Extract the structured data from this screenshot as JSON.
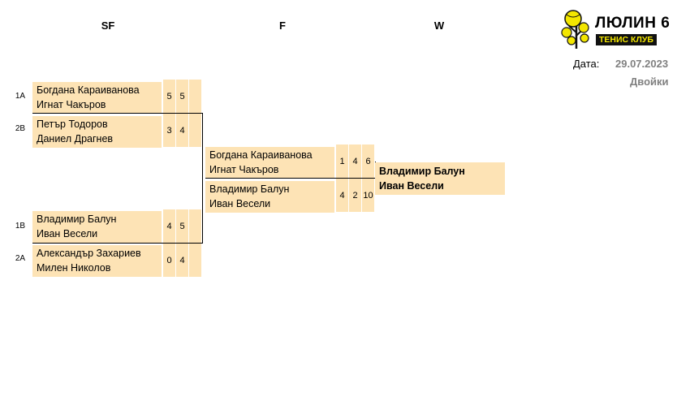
{
  "headers": {
    "sf": "SF",
    "f": "F",
    "w": "W"
  },
  "logo": {
    "title": "ЛЮЛИН 6",
    "subtitle": "ТЕНИС КЛУБ",
    "icon": "tennis-ball-tree-icon",
    "brand_color": "#f3e600"
  },
  "info": {
    "date_label": "Дата:",
    "date_value": "29.07.2023",
    "category": "Двойки"
  },
  "colors": {
    "cell": "#fde3b5",
    "meta": "#808080"
  },
  "sf": [
    {
      "seed": "1A",
      "p1": "Богдана Караиванова",
      "p2": "Игнат Чакъров",
      "s1": "5",
      "s2": "5",
      "s3": ""
    },
    {
      "seed": "2B",
      "p1": "Петър Тодоров",
      "p2": "Даниел Драгнев",
      "s1": "3",
      "s2": "4",
      "s3": ""
    },
    {
      "seed": "1B",
      "p1": "Владимир Балун",
      "p2": "Иван Весели",
      "s1": "4",
      "s2": "5",
      "s3": ""
    },
    {
      "seed": "2A",
      "p1": "Александър Захариев",
      "p2": "Милен Николов",
      "s1": "0",
      "s2": "4",
      "s3": ""
    }
  ],
  "final": [
    {
      "p1": "Богдана Караиванова",
      "p2": "Игнат Чакъров",
      "s1": "1",
      "s2": "4",
      "s3": "6"
    },
    {
      "p1": "Владимир Балун",
      "p2": "Иван Весели",
      "s1": "4",
      "s2": "2",
      "s3": "10"
    }
  ],
  "winner": {
    "p1": "Владимир Балун",
    "p2": "Иван Весели"
  }
}
